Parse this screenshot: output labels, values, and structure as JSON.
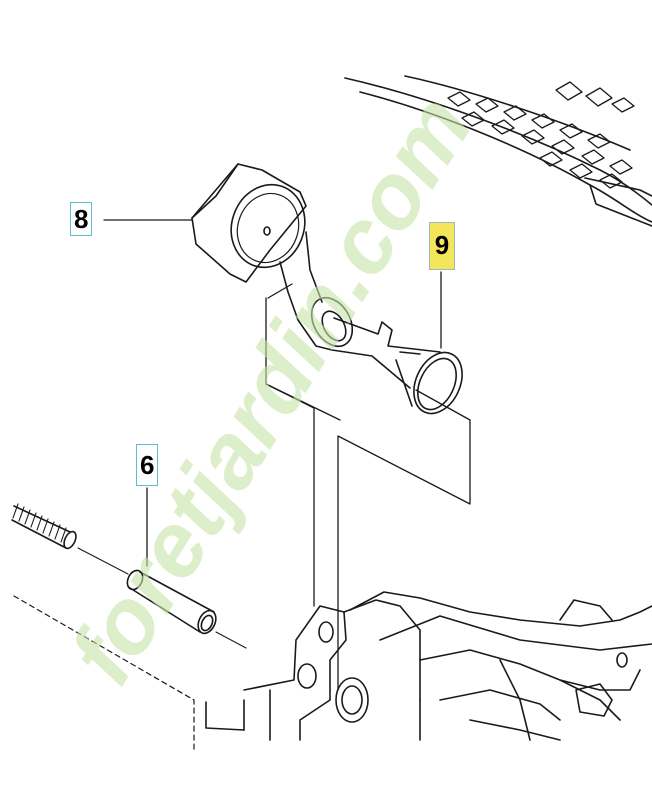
{
  "callouts": [
    {
      "id": "8",
      "label": "8",
      "highlighted": false
    },
    {
      "id": "9",
      "label": "9",
      "highlighted": true
    },
    {
      "id": "6",
      "label": "6",
      "highlighted": false
    }
  ],
  "watermark": {
    "text": "foretjardin.com",
    "colors": [
      "#c7e2a6",
      "#f6c78a",
      "#c7e2a6",
      "#d9d9d9"
    ]
  },
  "colors": {
    "line": "#1a1a1a",
    "callout_border": "#5fbcd3",
    "highlight": "#f4e65a"
  }
}
